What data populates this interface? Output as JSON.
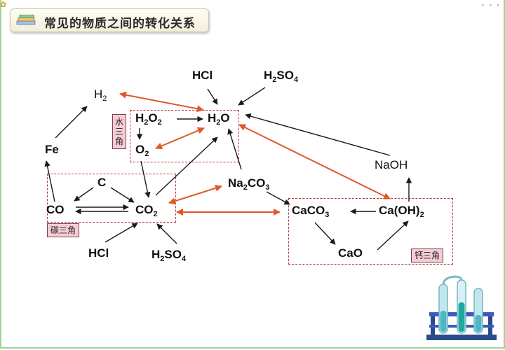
{
  "title": "常见的物质之间的转化关系",
  "tags": {
    "water": "水三角",
    "carbon": "碳三角",
    "calcium": "钙三角"
  },
  "nodes": {
    "hcl_top": "HCl",
    "h2so4_top": {
      "base": "H",
      "sub1": "2",
      "mid": "SO",
      "sub2": "4"
    },
    "h2": {
      "base": "H",
      "sub": "2"
    },
    "h2o2": {
      "base": "H",
      "sub1": "2",
      "mid": "O",
      "sub2": "2"
    },
    "h2o": {
      "base": "H",
      "sub": "2",
      "tail": "O"
    },
    "o2": {
      "base": "O",
      "sub": "2"
    },
    "fe": "Fe",
    "c": "C",
    "co": "CO",
    "co2": {
      "base": "CO",
      "sub": "2"
    },
    "na2co3": {
      "base": "Na",
      "sub1": "2",
      "mid": "CO",
      "sub2": "3"
    },
    "naoh": "NaOH",
    "caco3": {
      "base": "CaCO",
      "sub": "3"
    },
    "caoh2": {
      "base": "Ca(OH)",
      "sub": "2"
    },
    "cao": "CaO",
    "hcl_bottom": "HCl",
    "h2so4_bottom": {
      "base": "H",
      "sub1": "2",
      "mid": "SO",
      "sub2": "4"
    }
  },
  "colors": {
    "black_arrow": "#1a1a1a",
    "red_arrow": "#e0582a",
    "box_border": "#b03a3a",
    "tag_fill": "#f7cdd5"
  },
  "icons": [
    "books-icon",
    "lab-apparatus-icon"
  ]
}
